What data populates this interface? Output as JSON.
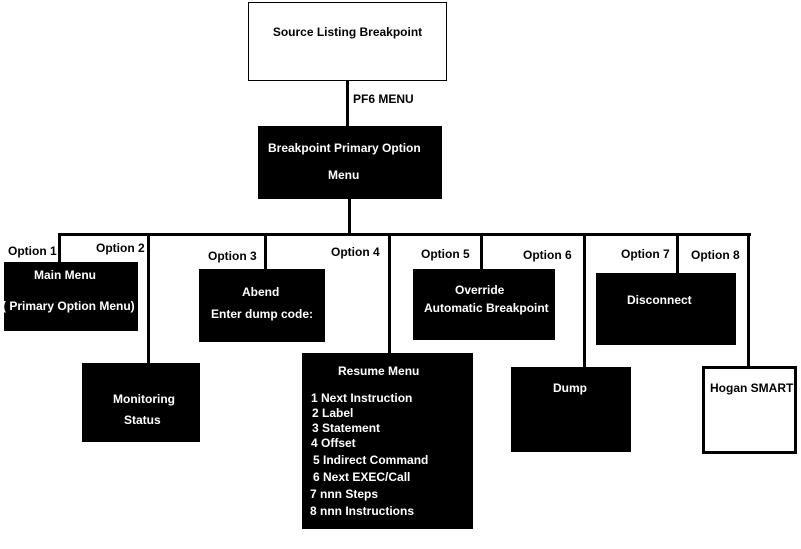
{
  "colors": {
    "box_fill": "#000000",
    "box_text": "#ffffff",
    "background": "#ffffff",
    "line": "#000000"
  },
  "root": {
    "title": "Source Listing Breakpoint"
  },
  "edge_label": "PF6 MENU",
  "primary": {
    "line1": "Breakpoint Primary Option",
    "line2": "Menu"
  },
  "options": {
    "opt1": "Option 1",
    "opt2": "Option 2",
    "opt3": "Option 3",
    "opt4": "Option 4",
    "opt5": "Option 5",
    "opt6": "Option  6",
    "opt7": "Option 7",
    "opt8": "Option  8"
  },
  "main_menu": {
    "line1": "Main Menu",
    "line2": "( Primary Option Menu)"
  },
  "monitoring": {
    "line1": "Monitoring",
    "line2": "Status"
  },
  "abend": {
    "line1": "Abend",
    "line2": "Enter dump code:"
  },
  "resume": {
    "title": "Resume Menu",
    "items": [
      "1  Next Instruction",
      "2  Label",
      "3  Statement",
      "4  Offset",
      "5 Indirect Command",
      "6 Next EXEC/Call",
      "7 nnn Steps",
      "8 nnn Instructions"
    ]
  },
  "override": {
    "line1": "Override",
    "line2": "Automatic Breakpoint"
  },
  "dump": {
    "label": "Dump"
  },
  "disconnect": {
    "label": "Disconnect"
  },
  "hogan": {
    "label": "Hogan SMART"
  }
}
